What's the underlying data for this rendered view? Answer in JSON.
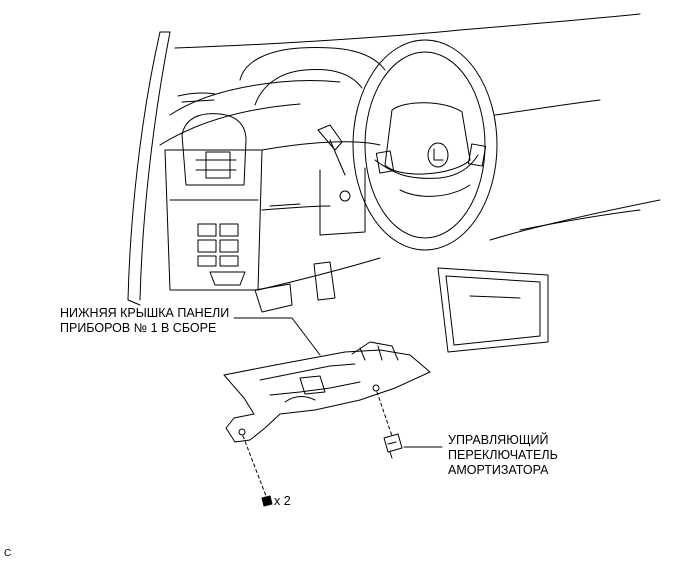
{
  "labels": {
    "cover": {
      "line1": "НИЖНЯЯ КРЫШКА ПАНЕЛИ",
      "line2": "ПРИБОРОВ № 1 В СБОРЕ"
    },
    "switch": {
      "line1": "УПРАВЛЯЮЩИЙ",
      "line2": "ПЕРЕКЛЮЧАТЕЛЬ",
      "line3": "АМОРТИЗАТОРА"
    },
    "bolt_qty": "x 2",
    "figure_code": "C"
  },
  "icons": {
    "steering_emblem": "lexus-emblem-icon"
  }
}
